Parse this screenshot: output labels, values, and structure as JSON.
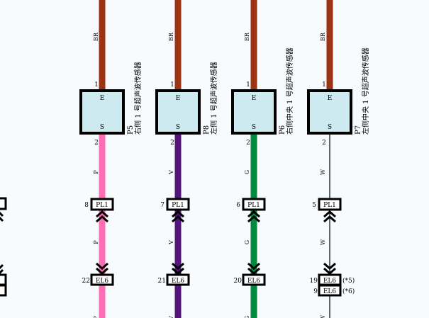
{
  "colors": {
    "BR": "#9c3312",
    "P": "#ff6eb4",
    "V": "#54157a",
    "G": "#008a3d",
    "W": "#000000",
    "sensor_fill": "#cceaf0",
    "background": "#f8fbfe"
  },
  "sensors": [
    {
      "id": "P5",
      "name": "右侧 1 号超声波传感器",
      "upper_wire": "BR",
      "lower_wire": "P",
      "upper_pin": "1",
      "lower_pin": "2",
      "port_top": "E",
      "port_bottom": "S",
      "upper_connector": {
        "pin": "8",
        "code": "PL1"
      },
      "lower_connector": {
        "pin": "22",
        "code": "EL6"
      },
      "bottom_tag": "P"
    },
    {
      "id": "P8",
      "name": "左侧 1 号超声波传感器",
      "upper_wire": "BR",
      "lower_wire": "V",
      "upper_pin": "1",
      "lower_pin": "2",
      "port_top": "E",
      "port_bottom": "S",
      "upper_connector": {
        "pin": "7",
        "code": "PL1"
      },
      "lower_connector": {
        "pin": "21",
        "code": "EL6"
      },
      "bottom_tag": "V"
    },
    {
      "id": "P6",
      "name": "右侧中央 1 号超声波传感器",
      "upper_wire": "BR",
      "lower_wire": "G",
      "upper_pin": "1",
      "lower_pin": "2",
      "port_top": "E",
      "port_bottom": "S",
      "upper_connector": {
        "pin": "6",
        "code": "PL1"
      },
      "lower_connector": {
        "pin": "20",
        "code": "EL6"
      },
      "bottom_tag": "G"
    },
    {
      "id": "P7",
      "name": "左侧中央 1 号超声波传感器",
      "upper_wire": "BR",
      "lower_wire": "W",
      "upper_pin": "1",
      "lower_pin": "2",
      "port_top": "E",
      "port_bottom": "S",
      "upper_connector": {
        "pin": "5",
        "code": "PL1"
      },
      "lower_connector": {
        "pin": "19",
        "code": "EL6",
        "note": "(*5)"
      },
      "extra_connector": {
        "pin": "9",
        "code": "EL6",
        "note": "(*6)"
      },
      "bottom_tag": "W"
    }
  ]
}
